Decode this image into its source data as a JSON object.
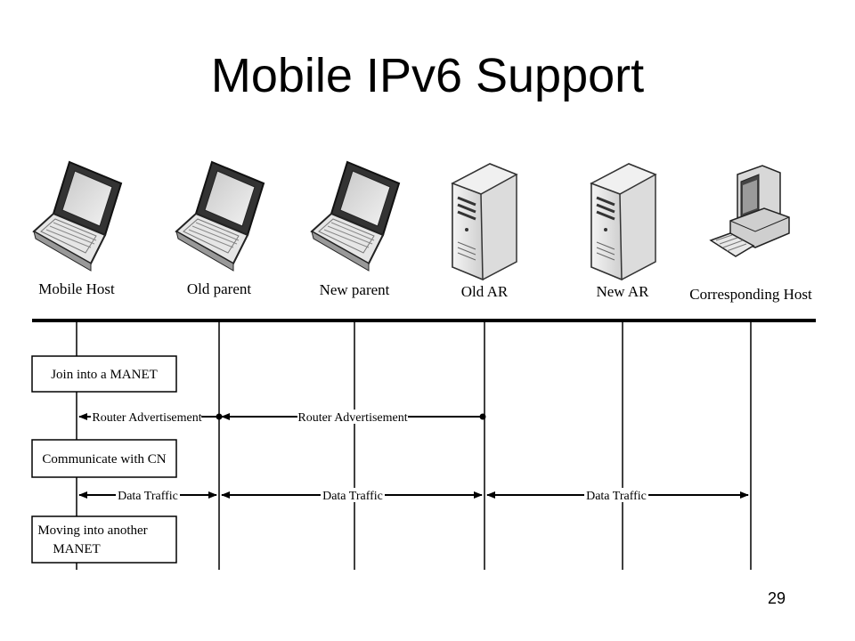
{
  "title": "Mobile IPv6 Support",
  "page_number": "29",
  "entities": [
    {
      "id": "mobile-host",
      "label": "Mobile Host",
      "icon": "laptop-icon"
    },
    {
      "id": "old-parent",
      "label": "Old parent",
      "icon": "laptop-icon"
    },
    {
      "id": "new-parent",
      "label": "New parent",
      "icon": "laptop-icon"
    },
    {
      "id": "old-ar",
      "label": "Old AR",
      "icon": "server-icon"
    },
    {
      "id": "new-ar",
      "label": "New AR",
      "icon": "server-icon"
    },
    {
      "id": "corresponding-host",
      "label": "Corresponding Host",
      "icon": "desktop-computer-icon"
    }
  ],
  "steps": [
    {
      "label": "Join into a MANET"
    },
    {
      "label": "Communicate with CN"
    },
    {
      "label_line1": "Moving into another",
      "label_line2": "MANET"
    }
  ],
  "messages": [
    {
      "label": "Router Advertisement",
      "from": "old-parent",
      "to": "mobile-host"
    },
    {
      "label": "Router Advertisement",
      "from": "old-ar",
      "to": "old-parent"
    },
    {
      "label": "Data Traffic",
      "between": [
        "mobile-host",
        "old-parent"
      ]
    },
    {
      "label": "Data Traffic",
      "between": [
        "old-parent",
        "old-ar"
      ]
    },
    {
      "label": "Data Traffic",
      "between": [
        "old-ar",
        "corresponding-host"
      ]
    }
  ]
}
